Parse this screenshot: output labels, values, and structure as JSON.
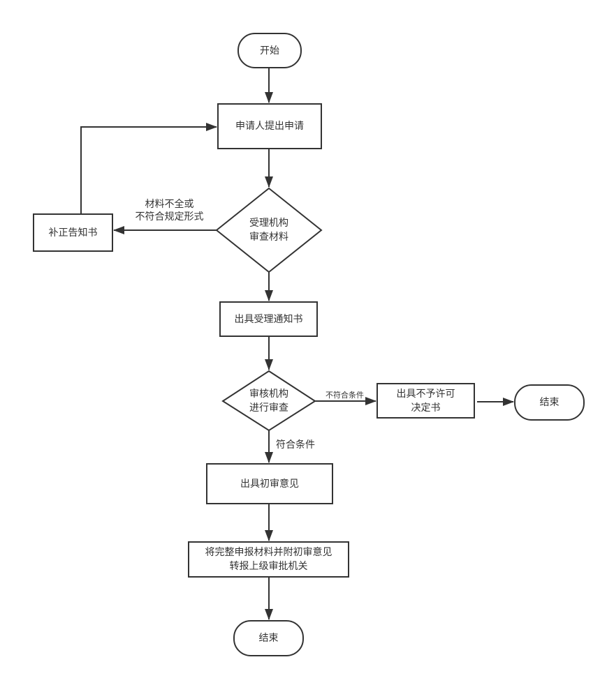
{
  "nodes": {
    "start": {
      "label": "开始",
      "shape": "terminal"
    },
    "apply": {
      "label": "申请人提出申请",
      "shape": "process"
    },
    "check_materials": {
      "label": "受理机构\n审查材料",
      "shape": "decision"
    },
    "correction_notice": {
      "label": "补正告知书",
      "shape": "process"
    },
    "acceptance_notice": {
      "label": "出具受理通知书",
      "shape": "process"
    },
    "review": {
      "label": "审核机构\n进行审查",
      "shape": "decision"
    },
    "deny_decision": {
      "label": "出具不予许可\n决定书",
      "shape": "process"
    },
    "end_deny": {
      "label": "结束",
      "shape": "terminal"
    },
    "preliminary_opinion": {
      "label": "出具初审意见",
      "shape": "process"
    },
    "forward": {
      "label": "将完整申报材料并附初审意见\n转报上级审批机关",
      "shape": "process"
    },
    "end": {
      "label": "结束",
      "shape": "terminal"
    }
  },
  "edges": {
    "incomplete": {
      "label": "材料不全或\n不符合规定形式",
      "from": "check_materials",
      "to": "correction_notice"
    },
    "not_qualified": {
      "label": "不符合条件",
      "from": "review",
      "to": "deny_decision"
    },
    "qualified": {
      "label": "符合条件",
      "from": "review",
      "to": "preliminary_opinion"
    }
  },
  "colors": {
    "stroke": "#333333",
    "text": "#333333",
    "background": "#ffffff"
  }
}
